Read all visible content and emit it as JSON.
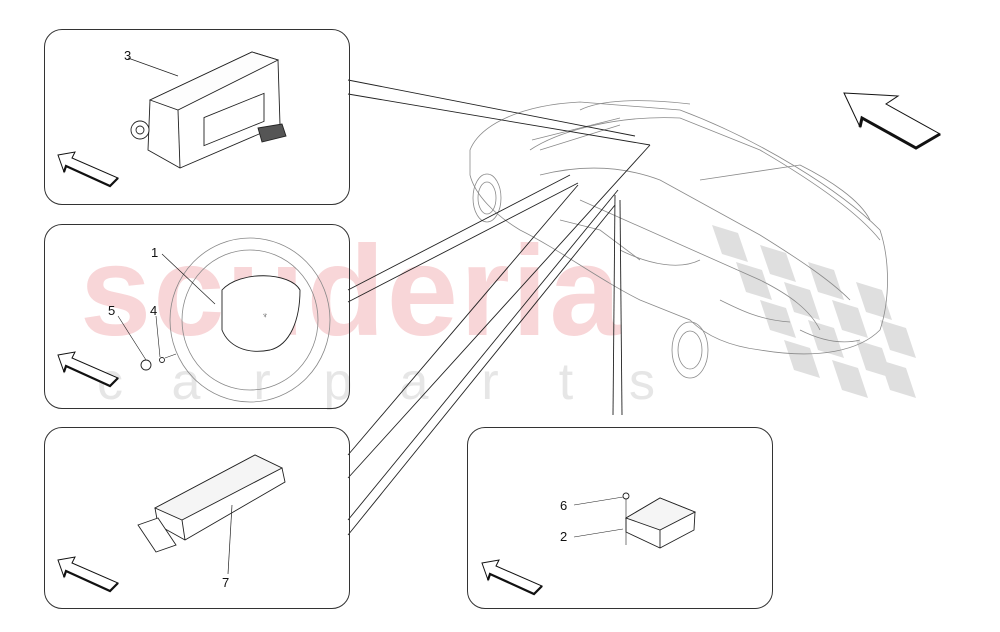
{
  "watermark": {
    "brand": "scuderia",
    "sub_letters": [
      "c",
      "a",
      "r",
      "p",
      "a",
      "r",
      "t",
      "s"
    ],
    "brand_color": "#f8d6d8",
    "sub_color": "#e6e6e6"
  },
  "panels": [
    {
      "id": "passenger-airbag",
      "parts": [
        {
          "number": "3",
          "label": "3"
        }
      ]
    },
    {
      "id": "steering-wheel-airbag",
      "parts": [
        {
          "number": "1",
          "label": "1"
        },
        {
          "number": "5",
          "label": "5"
        },
        {
          "number": "4",
          "label": "4"
        }
      ]
    },
    {
      "id": "knee-airbag",
      "parts": [
        {
          "number": "7",
          "label": "7"
        }
      ]
    },
    {
      "id": "airbag-control-unit",
      "parts": [
        {
          "number": "6",
          "label": "6"
        },
        {
          "number": "2",
          "label": "2"
        }
      ]
    }
  ],
  "colors": {
    "line": "#222222",
    "car_line": "#888888",
    "checker": "#d8d8d8"
  }
}
